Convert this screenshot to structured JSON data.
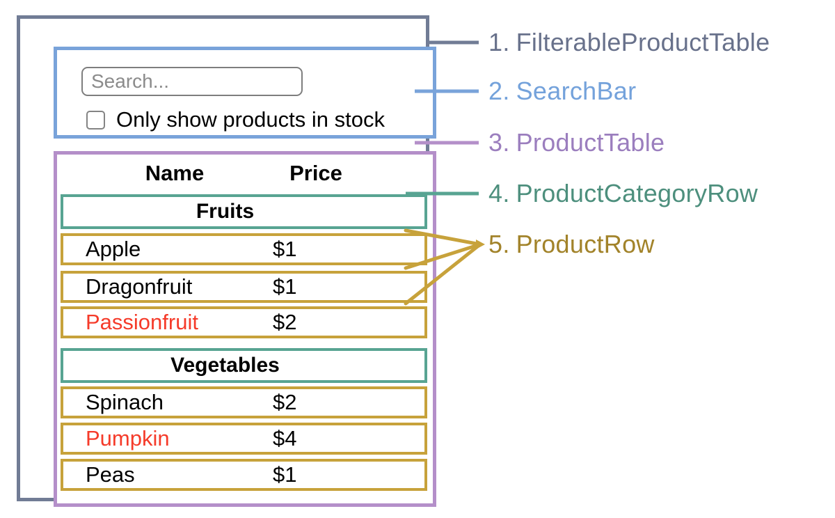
{
  "search_bar": {
    "placeholder": "Search...",
    "checkbox_label": "Only show products in stock"
  },
  "product_table": {
    "columns": [
      "Name",
      "Price"
    ],
    "sections": [
      {
        "category": "Fruits",
        "rows": [
          {
            "name": "Apple",
            "price": "$1",
            "name_color": "#000000"
          },
          {
            "name": "Dragonfruit",
            "price": "$1",
            "name_color": "#000000"
          },
          {
            "name": "Passionfruit",
            "price": "$2",
            "name_color": "#F53B2A"
          }
        ]
      },
      {
        "category": "Vegetables",
        "rows": [
          {
            "name": "Spinach",
            "price": "$2",
            "name_color": "#000000"
          },
          {
            "name": "Pumpkin",
            "price": "$4",
            "name_color": "#F53B2A"
          },
          {
            "name": "Peas",
            "price": "$1",
            "name_color": "#000000"
          }
        ]
      }
    ]
  },
  "legend": [
    {
      "number": "1.",
      "name": "FilterableProductTable",
      "color": "#68718B"
    },
    {
      "number": "2.",
      "name": "SearchBar",
      "color": "#74A2DB"
    },
    {
      "number": "3.",
      "name": "ProductTable",
      "color": "#9B7EBE"
    },
    {
      "number": "4.",
      "name": "ProductCategoryRow",
      "color": "#4D8F7D"
    },
    {
      "number": "5.",
      "name": "ProductRow",
      "color": "#A2832A"
    }
  ],
  "colors": {
    "slate": "#717C95",
    "blue": "#79A3DA",
    "purple": "#B48FC9",
    "teal": "#58A492",
    "gold": "#C7A23B",
    "red": "#F53B2A"
  }
}
